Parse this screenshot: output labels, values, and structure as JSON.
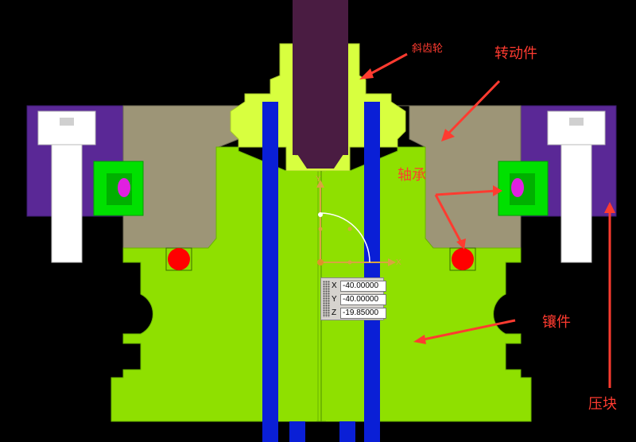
{
  "labels": {
    "gear": "斜齿轮",
    "rotating_part": "转动件",
    "bearing": "轴承",
    "insert": "镶件",
    "press_block": "压块"
  },
  "triad": {
    "x_axis": "X",
    "y_axis": "Y"
  },
  "coordinate_input": {
    "x_label": "X",
    "x_value": "-40.00000",
    "y_label": "Y",
    "y_value": "-40.00000",
    "z_label": "Z",
    "z_value": "-19.85000"
  },
  "colors": {
    "background": "#000000",
    "insert_green": "#8fe000",
    "gear_yellow_green": "#d8ff3f",
    "bearing_tan": "#9d9577",
    "press_block_purple": "#5a2896",
    "shaft_maroon": "#4a1c42",
    "channel_blue": "#0a1fd6",
    "bearing_ring_green": "#00e000",
    "bearing_ball": "#e020e0",
    "oring_red": "#ff0000",
    "annotation_red": "#ff3b30"
  }
}
